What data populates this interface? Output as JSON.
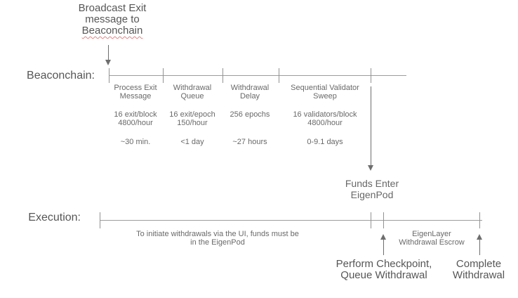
{
  "colors": {
    "background": "#ffffff",
    "timeline_line": "#9c9c9c",
    "arrow": "#6e6e6e",
    "text_primary": "#565656",
    "text_secondary": "#696969",
    "spellcheck_underline": "#e08383"
  },
  "broadcast": {
    "lines": [
      "Broadcast Exit",
      "message to",
      "Beaconchain"
    ]
  },
  "beaconchain": {
    "label": "Beaconchain:",
    "columns": [
      {
        "title": [
          "Process Exit",
          "Message"
        ],
        "rate": [
          "16 exit/block",
          "4800/hour"
        ],
        "duration": "~30 min."
      },
      {
        "title": [
          "Withdrawal",
          "Queue"
        ],
        "rate": [
          "16 exit/epoch",
          "150/hour"
        ],
        "duration": "<1 day"
      },
      {
        "title": [
          "Withdrawal",
          "Delay"
        ],
        "rate": [
          "256 epochs",
          ""
        ],
        "duration": "~27 hours"
      },
      {
        "title": [
          "Sequential Validator",
          "Sweep"
        ],
        "rate": [
          "16 validators/block",
          "4800/hour"
        ],
        "duration": "0-9.1 days"
      }
    ]
  },
  "funds_enter": {
    "lines": [
      "Funds Enter",
      "EigenPod"
    ]
  },
  "execution": {
    "label": "Execution:",
    "note": [
      "To initiate withdrawals via the UI, funds must be",
      "in the EigenPod"
    ],
    "escrow": [
      "EigenLayer",
      "Withdrawal Escrow"
    ]
  },
  "checkpoint": {
    "lines": [
      "Perform Checkpoint,",
      "Queue Withdrawal"
    ]
  },
  "complete": {
    "lines": [
      "Complete",
      "Withdrawal"
    ]
  }
}
